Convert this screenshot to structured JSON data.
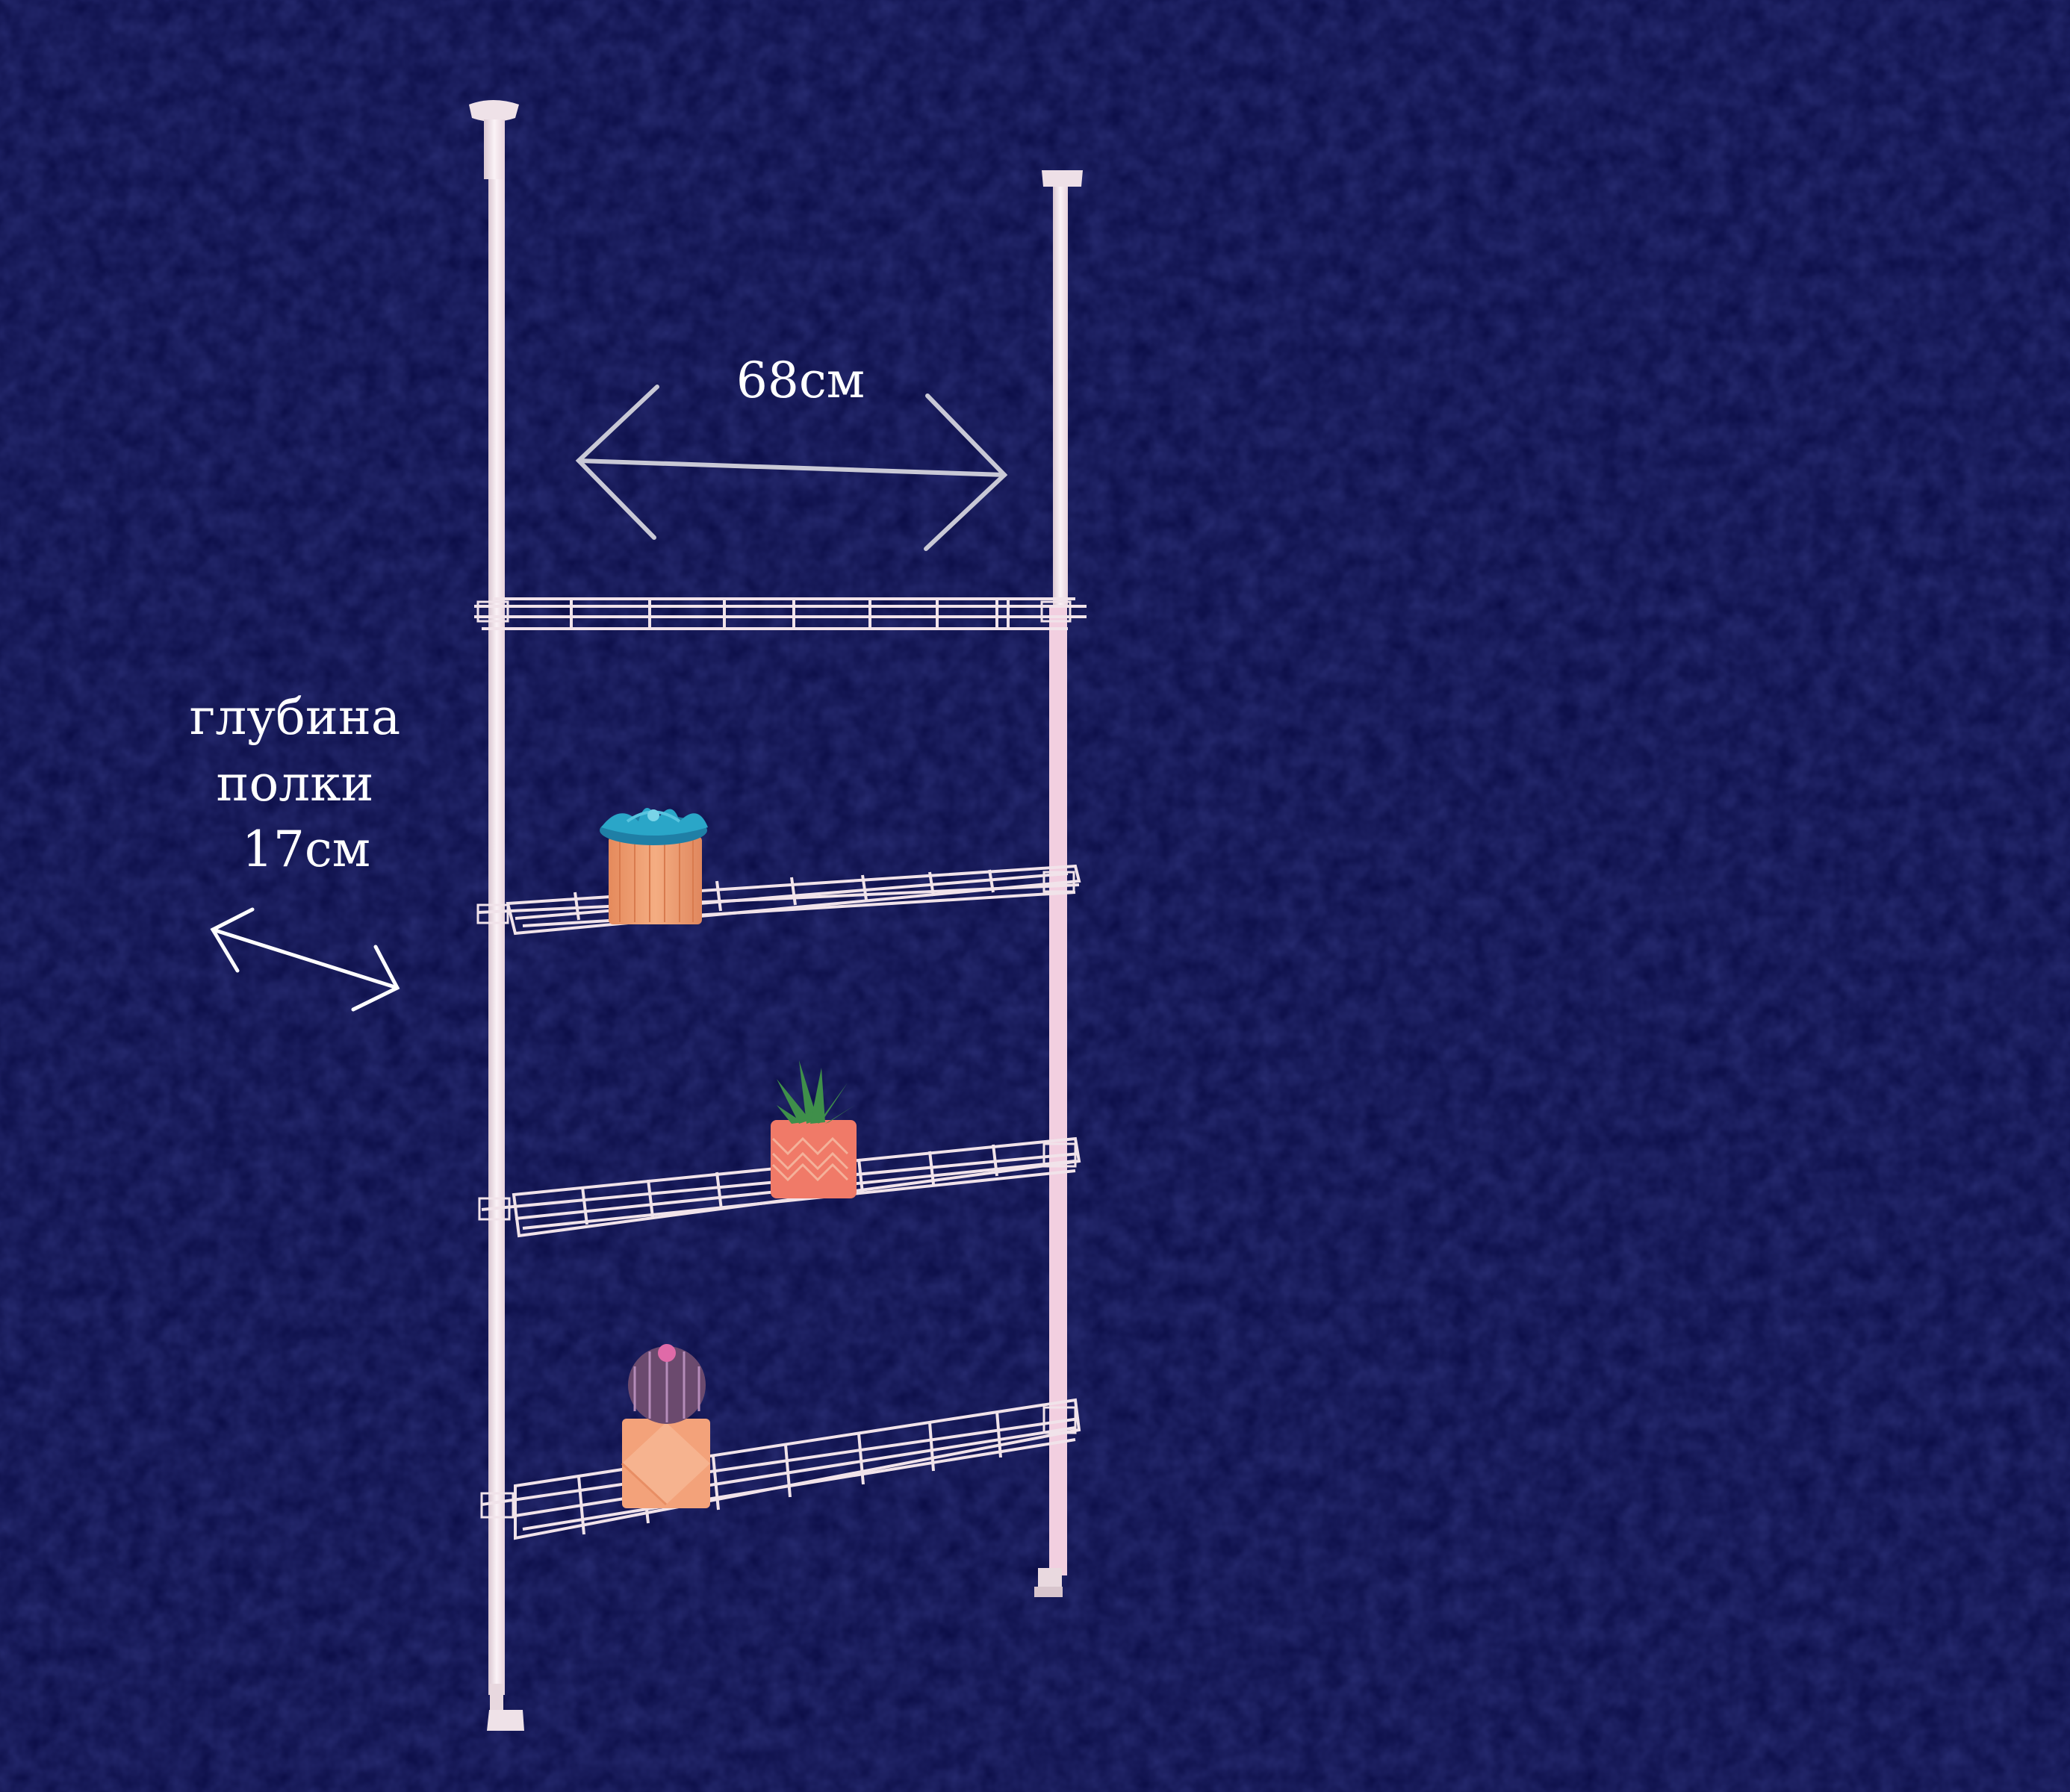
{
  "annotations": {
    "width_label": "68см",
    "depth_line1": "глубина",
    "depth_line2": "полки",
    "depth_line3": "17см"
  },
  "colors": {
    "background": "#0a0c45",
    "pole": "#f3e6ec",
    "wire": "#f1e3ea",
    "arrow_width": "#c9c9d6",
    "arrow_depth": "#ffffff",
    "pot_orange": "#f0a070",
    "pot_coral": "#f07a68",
    "pot_peach": "#f3a27a",
    "succulent": "#2aa6c8",
    "aloe": "#3f8f4a",
    "cactus": "#6b4a6e"
  },
  "objects": {
    "shelf_count": 4,
    "pole_count": 2,
    "plant_icons": [
      "succulent-icon",
      "aloe-icon",
      "cactus-icon"
    ]
  }
}
